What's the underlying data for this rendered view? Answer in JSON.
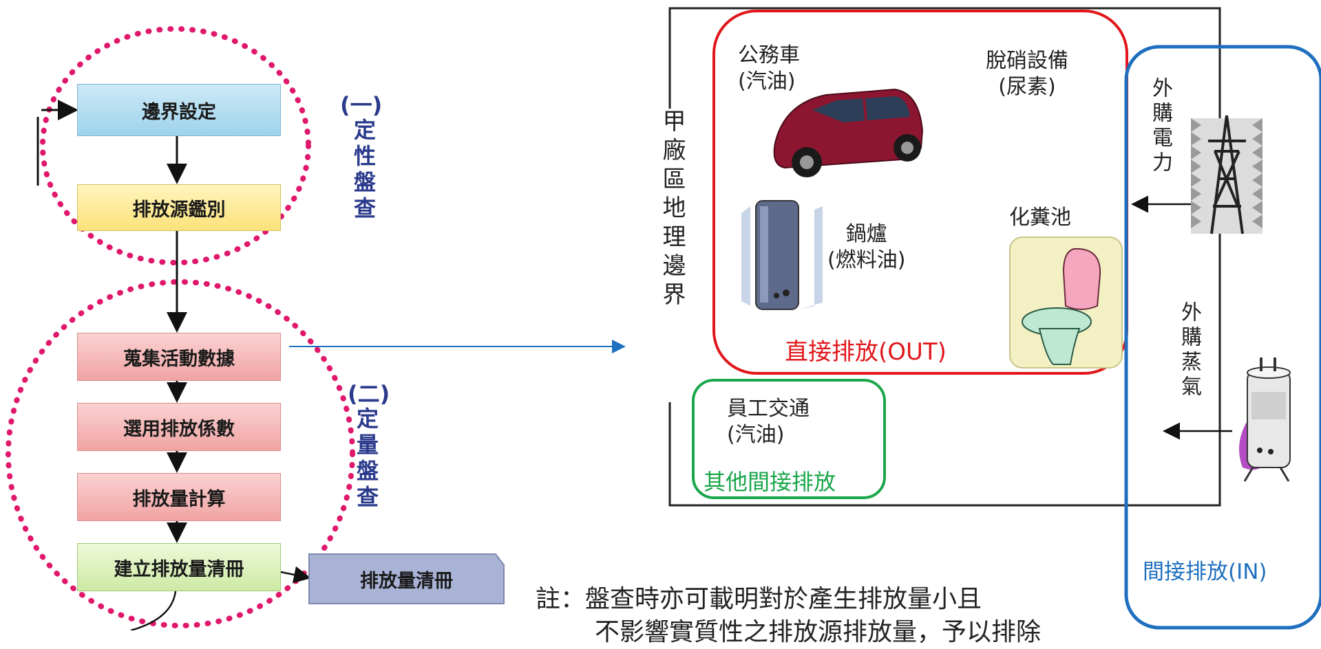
{
  "flow": {
    "boundary": "邊界設定",
    "source_id": "排放源鑑別",
    "collect": "蒐集活動數據",
    "factor": "選用排放係數",
    "calc": "排放量計算",
    "build": "建立排放量清冊",
    "inventory": "排放量清冊"
  },
  "phases": {
    "qual_num": "(一)",
    "qual_text": "定性盤查",
    "quant_num": "(二)",
    "quant_text": "定量盤查"
  },
  "site": {
    "vertical_label": "甲廠區地理邊界",
    "car_l1": "公務車",
    "car_l2": "(汽油)",
    "denox_l1": "脫硝設備",
    "denox_l2": "(尿素)",
    "boiler_l1": "鍋爐",
    "boiler_l2": "(燃料油)",
    "septic": "化糞池",
    "direct": "直接排放(OUT)",
    "commute_l1": "員工交通",
    "commute_l2": "(汽油)",
    "other_indirect": "其他間接排放",
    "power": "外購電力",
    "steam": "外購蒸氣",
    "indirect": "間接排放(IN)"
  },
  "note": {
    "line1": "註：盤查時亦可載明對於產生排放量小且",
    "line2": "不影響實質性之排放源排放量，予以排除"
  },
  "colors": {
    "direct_border": "#e0161b",
    "other_border": "#1aa64a",
    "indirect_border": "#1e6fbf",
    "dotted_circle": "#e0186c",
    "phase_label": "#2a3a8c"
  }
}
